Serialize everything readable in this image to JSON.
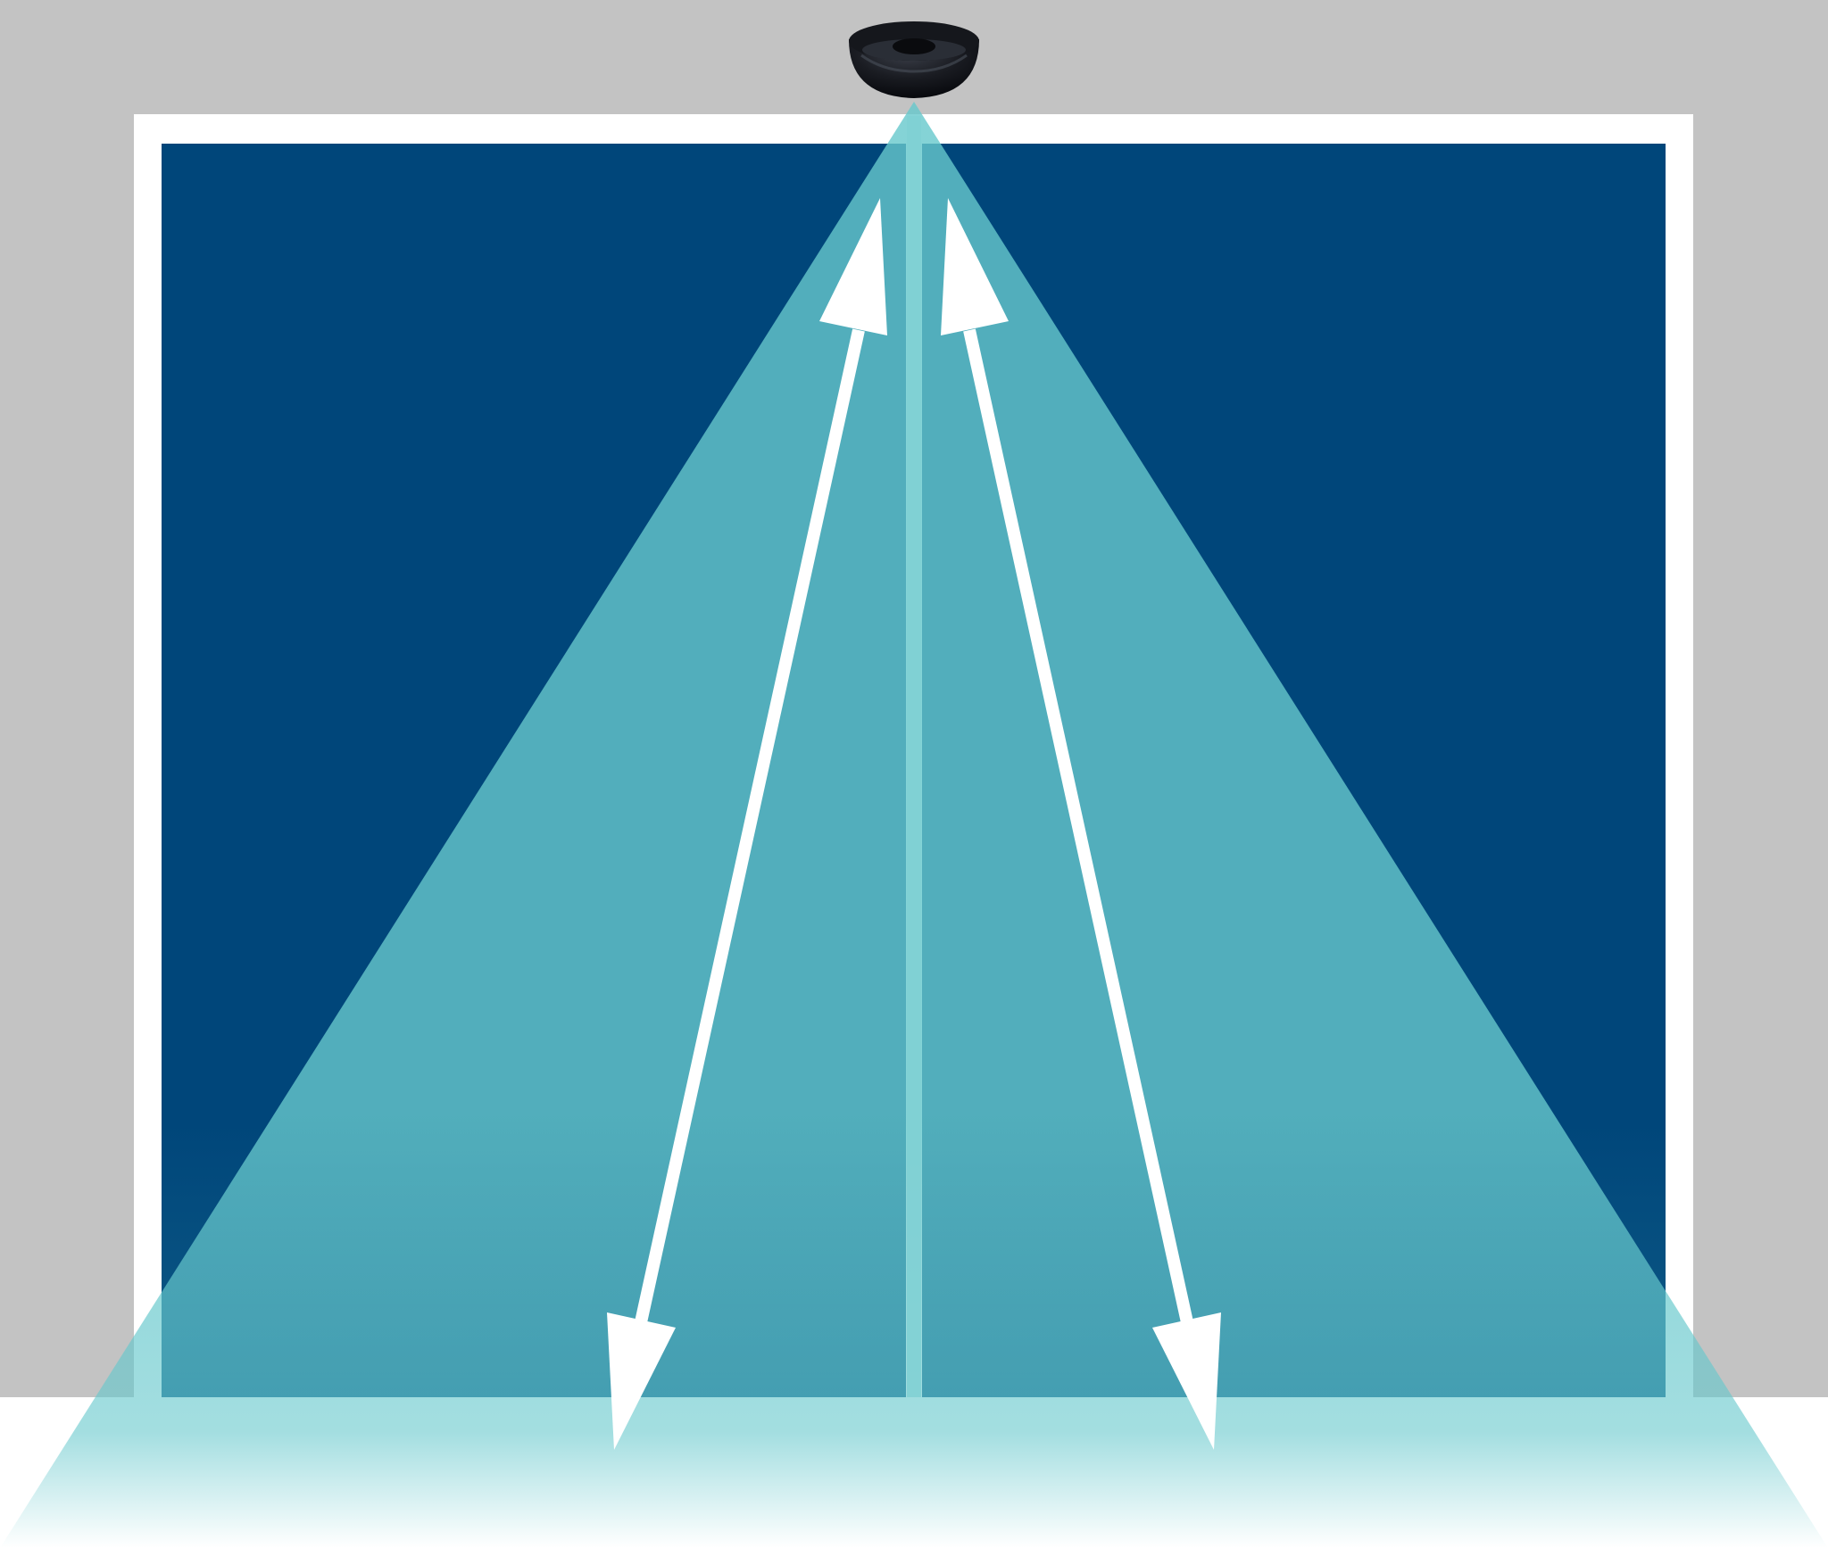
{
  "colors": {
    "wall": "#c3c3c3",
    "frame": "#ffffff",
    "door_panel": "#00467a",
    "beam": "#66c8cc",
    "sensor": "#1a1c22",
    "arrows": "#ffffff",
    "floor": "#ffffff"
  },
  "elements": {
    "sensor": "motion-sensor-icon",
    "beam": "detection-field",
    "arrows": [
      "left-bidirectional-arrow",
      "right-bidirectional-arrow"
    ],
    "door": [
      "left-door-panel",
      "right-door-panel"
    ]
  }
}
